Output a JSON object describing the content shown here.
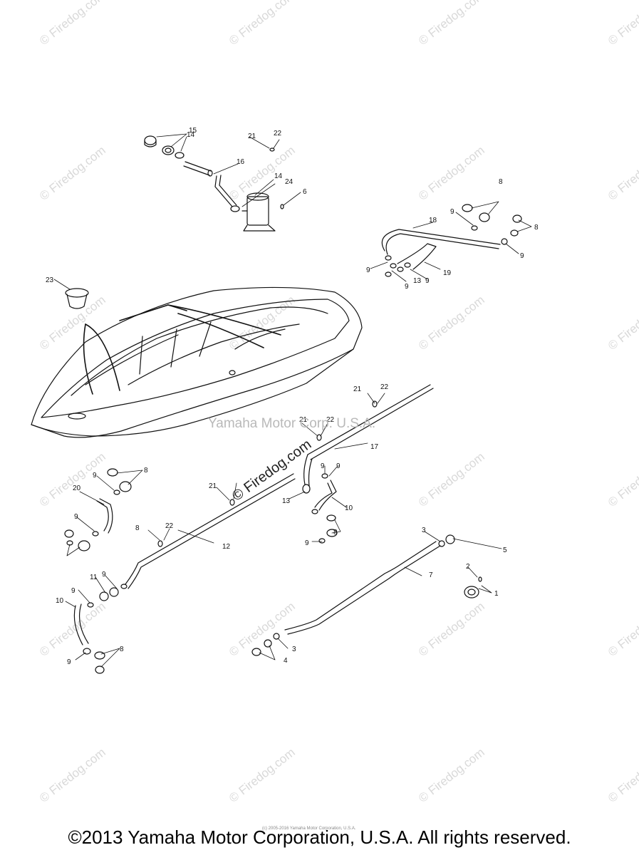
{
  "watermark": {
    "text": "© Firedog.com",
    "center_text": "Yamaha Motor Corp. U.S.A.",
    "diagonal_text": "© Firedog.com"
  },
  "diagram": {
    "callouts": [
      "1",
      "2",
      "3",
      "3",
      "4",
      "5",
      "6",
      "7",
      "8",
      "8",
      "8",
      "8",
      "8",
      "8",
      "9",
      "9",
      "9",
      "9",
      "9",
      "9",
      "9",
      "9",
      "9",
      "9",
      "9",
      "9",
      "9",
      "10",
      "10",
      "11",
      "12",
      "13",
      "13",
      "14",
      "14",
      "15",
      "16",
      "17",
      "18",
      "19",
      "20",
      "21",
      "21",
      "21",
      "21",
      "22",
      "22",
      "22",
      "22",
      "23",
      "24"
    ]
  },
  "footer": {
    "copyright": "©2013 Yamaha Motor Corporation, U.S.A. All rights reserved.",
    "small_copyright": "(c) 2005-2016 Yamaha Motor Corporation, U.S.A."
  }
}
